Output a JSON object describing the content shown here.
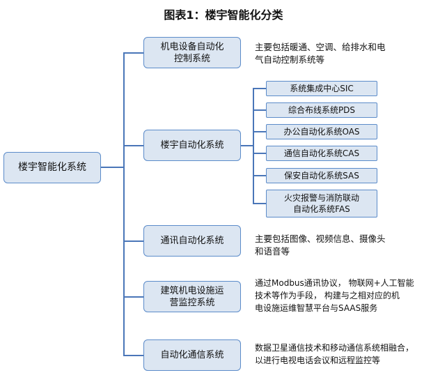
{
  "title": "图表1：楼宇智能化分类",
  "root": "楼宇智能化系统",
  "branches": [
    {
      "label": "机电设备自动化\n控制系统",
      "description": "主要包括暖通、空调、给排水和电\n气自动控制系统等"
    },
    {
      "label": "楼宇自动化系统",
      "subsystems": [
        "系统集成中心SIC",
        "综合布线系统PDS",
        "办公自动化系统OAS",
        "通信自动化系统CAS",
        "保安自动化系统SAS",
        "火灾报警与消防联动\n自动化系统FAS"
      ]
    },
    {
      "label": "通讯自动化系统",
      "description": "主要包括图像、视频信息、摄像头\n和语音等"
    },
    {
      "label": "建筑机电设施运\n营监控系统",
      "description": "通过Modbus通讯协议， 物联网+人工智能\n技术等作为手段， 构建与之相对应的机\n电设施运维智慧平台与SAAS服务"
    },
    {
      "label": "自动化通信系统",
      "description": "数据卫星通信技术和移动通信系统相融合，\n以进行电视电话会议和远程监控等"
    }
  ]
}
